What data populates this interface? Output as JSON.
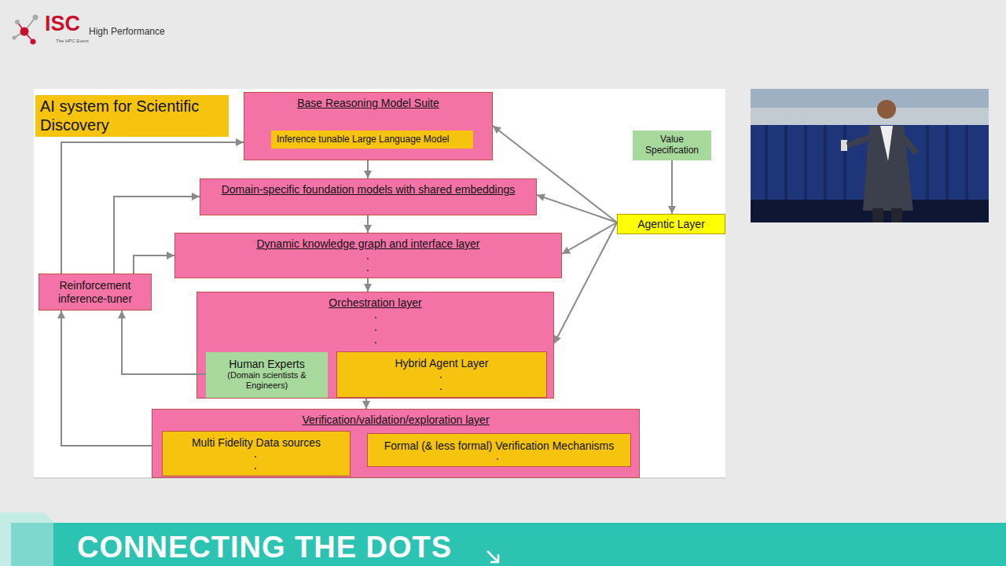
{
  "diagram": {
    "title": "AI system for Scientific Discovery",
    "nodes": [
      {
        "text": [
          "Base Reasoning Model Suite"
        ]
      },
      {
        "text": [
          "Inference tunable Large Language Model"
        ],
        "in": 0
      },
      {
        "text": [
          "Value Specification"
        ]
      },
      {
        "text": [
          "Domain-specific foundation models with shared embeddings"
        ]
      },
      {
        "text": [
          "Agentic Layer"
        ]
      },
      {
        "text": [
          "Dynamic knowledge graph and interface layer"
        ]
      },
      {
        "text": [
          "Reinforcement inference-tuner"
        ]
      },
      {
        "text": [
          "Orchestration layer"
        ]
      },
      {
        "text": [
          "Human Experts",
          "(Domain scientists & Engineers)"
        ],
        "in": 7
      },
      {
        "text": [
          "Hybrid Agent Layer"
        ],
        "in": 7
      },
      {
        "text": [
          "Verification/validation/exploration layer"
        ]
      },
      {
        "text": [
          "Multi Fidelity Data sources"
        ],
        "in": 10
      },
      {
        "text": [
          "Formal (& less formal) Verification Mechanisms"
        ],
        "in": 10
      }
    ],
    "edges": [
      {
        "from": 0,
        "to": 3,
        "arrow": "to"
      },
      {
        "from": 3,
        "to": 5,
        "arrow": "to"
      },
      {
        "from": 5,
        "to": 7,
        "arrow": "to"
      },
      {
        "from": 7,
        "to": 10,
        "arrow": "to"
      },
      {
        "from": 2,
        "to": 4,
        "arrow": "to"
      },
      {
        "from": 4,
        "to": 0,
        "arrow": "to"
      },
      {
        "from": 4,
        "to": 3,
        "arrow": "to"
      },
      {
        "from": 4,
        "to": 5,
        "arrow": "to"
      },
      {
        "from": 4,
        "to": 7,
        "arrow": "to"
      },
      {
        "from": 6,
        "to": 0,
        "arrow": "to"
      },
      {
        "from": 6,
        "to": 3,
        "arrow": "to"
      },
      {
        "from": 6,
        "to": 5,
        "arrow": "to"
      },
      {
        "from": 8,
        "to": 6,
        "arrow": "to"
      },
      {
        "from": 10,
        "to": 6,
        "arrow": "to"
      }
    ],
    "labels": [
      "ISC",
      "High Performance",
      "The HPC Event",
      "CONNECTING THE DOTS"
    ]
  }
}
